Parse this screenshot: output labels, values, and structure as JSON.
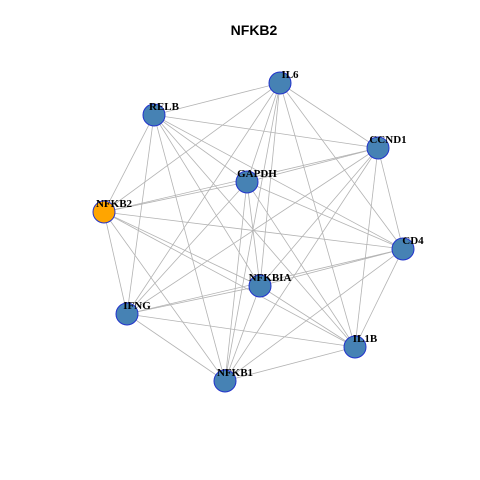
{
  "title": "NFKB2",
  "colors": {
    "default_node": "#4682B4",
    "highlight_node": "#FFA500",
    "node_border": "#2233CC",
    "edge": "#B3B3B3"
  },
  "nodes": [
    {
      "id": "IL6",
      "label": "IL6",
      "highlight": false
    },
    {
      "id": "RELB",
      "label": "RELB",
      "highlight": false
    },
    {
      "id": "CCND1",
      "label": "CCND1",
      "highlight": false
    },
    {
      "id": "GAPDH",
      "label": "GAPDH",
      "highlight": false
    },
    {
      "id": "NFKB2",
      "label": "NFKB2",
      "highlight": true
    },
    {
      "id": "CD4",
      "label": "CD4",
      "highlight": false
    },
    {
      "id": "NFKBIA",
      "label": "NFKBIA",
      "highlight": false
    },
    {
      "id": "IFNG",
      "label": "IFNG",
      "highlight": false
    },
    {
      "id": "IL1B",
      "label": "IL1B",
      "highlight": false
    },
    {
      "id": "NFKB1",
      "label": "NFKB1",
      "highlight": false
    }
  ],
  "edges": [
    [
      "IL6",
      "RELB"
    ],
    [
      "IL6",
      "CCND1"
    ],
    [
      "IL6",
      "GAPDH"
    ],
    [
      "IL6",
      "NFKB2"
    ],
    [
      "IL6",
      "CD4"
    ],
    [
      "IL6",
      "NFKBIA"
    ],
    [
      "IL6",
      "IFNG"
    ],
    [
      "IL6",
      "IL1B"
    ],
    [
      "IL6",
      "NFKB1"
    ],
    [
      "RELB",
      "CCND1"
    ],
    [
      "RELB",
      "GAPDH"
    ],
    [
      "RELB",
      "NFKB2"
    ],
    [
      "RELB",
      "NFKBIA"
    ],
    [
      "RELB",
      "IFNG"
    ],
    [
      "RELB",
      "IL1B"
    ],
    [
      "RELB",
      "NFKB1"
    ],
    [
      "RELB",
      "CD4"
    ],
    [
      "CCND1",
      "GAPDH"
    ],
    [
      "CCND1",
      "NFKB2"
    ],
    [
      "CCND1",
      "CD4"
    ],
    [
      "CCND1",
      "NFKBIA"
    ],
    [
      "CCND1",
      "IFNG"
    ],
    [
      "CCND1",
      "IL1B"
    ],
    [
      "CCND1",
      "NFKB1"
    ],
    [
      "GAPDH",
      "NFKB2"
    ],
    [
      "GAPDH",
      "CD4"
    ],
    [
      "GAPDH",
      "NFKBIA"
    ],
    [
      "GAPDH",
      "IFNG"
    ],
    [
      "GAPDH",
      "IL1B"
    ],
    [
      "GAPDH",
      "NFKB1"
    ],
    [
      "NFKB2",
      "CD4"
    ],
    [
      "NFKB2",
      "NFKBIA"
    ],
    [
      "NFKB2",
      "IFNG"
    ],
    [
      "NFKB2",
      "IL1B"
    ],
    [
      "NFKB2",
      "NFKB1"
    ],
    [
      "CD4",
      "NFKBIA"
    ],
    [
      "CD4",
      "IFNG"
    ],
    [
      "CD4",
      "IL1B"
    ],
    [
      "CD4",
      "NFKB1"
    ],
    [
      "NFKBIA",
      "IFNG"
    ],
    [
      "NFKBIA",
      "IL1B"
    ],
    [
      "NFKBIA",
      "NFKB1"
    ],
    [
      "IFNG",
      "IL1B"
    ],
    [
      "IFNG",
      "NFKB1"
    ],
    [
      "IL1B",
      "NFKB1"
    ]
  ]
}
